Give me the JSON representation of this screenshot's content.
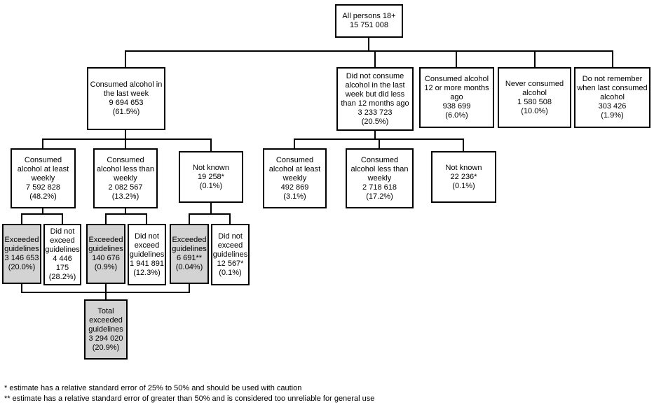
{
  "nodes": {
    "root": {
      "label": "All persons 18+",
      "value": "15 751 008",
      "pct": ""
    },
    "last_week": {
      "label": "Consumed alcohol in\nthe last week",
      "value": "9 694 653",
      "pct": "(61.5%)"
    },
    "not_last_week": {
      "label": "Did not consume\nalcohol in the last\nweek but did less\nthan 12 months ago",
      "value": "3 233 723",
      "pct": "(20.5%)"
    },
    "twelve_months": {
      "label": "Consumed alcohol\n12 or more months\nago",
      "value": "938 699",
      "pct": "(6.0%)"
    },
    "never": {
      "label": "Never consumed\nalcohol",
      "value": "1 580 508",
      "pct": "(10.0%)"
    },
    "not_remember": {
      "label": "Do not remember\nwhen last consumed\nalcohol",
      "value": "303 426",
      "pct": "(1.9%)"
    },
    "lw_weekly": {
      "label": "Consumed\nalcohol at least\nweekly",
      "value": "7 592 828",
      "pct": "(48.2%)"
    },
    "lw_less_weekly": {
      "label": "Consumed\nalcohol less than\nweekly",
      "value": "2 082 567",
      "pct": "(13.2%)"
    },
    "lw_not_known": {
      "label": "Not known",
      "value": "19 258*",
      "pct": "(0.1%)"
    },
    "nlw_weekly": {
      "label": "Consumed\nalcohol at least\nweekly",
      "value": "492 869",
      "pct": "(3.1%)"
    },
    "nlw_less_weekly": {
      "label": "Consumed\nalcohol less than\nweekly",
      "value": "2 718 618",
      "pct": "(17.2%)"
    },
    "nlw_not_known": {
      "label": "Not known",
      "value": "22 236*",
      "pct": "(0.1%)"
    },
    "weekly_exceeded": {
      "label": "Exceeded\nguidelines",
      "value": "3 146 653",
      "pct": "(20.0%)"
    },
    "weekly_not_exceeded": {
      "label": "Did not\nexceed\nguidelines",
      "value": "4 446 175",
      "pct": "(28.2%)"
    },
    "less_exceeded": {
      "label": "Exceeded\nguidelines",
      "value": "140 676",
      "pct": "(0.9%)"
    },
    "less_not_exceeded": {
      "label": "Did not\nexceed\nguidelines",
      "value": "1 941 891",
      "pct": "(12.3%)"
    },
    "nk_exceeded": {
      "label": "Exceeded\nguidelines",
      "value": "6 691**",
      "pct": "(0.04%)"
    },
    "nk_not_exceeded": {
      "label": "Did not\nexceed\nguidelines",
      "value": "12 567*",
      "pct": "(0.1%)"
    },
    "total_exceeded": {
      "label": "Total\nexceeded\nguidelines",
      "value": "3 294 020",
      "pct": "(20.9%)"
    }
  },
  "footnotes": {
    "line1": "* estimate has a relative standard error of 25% to 50% and should be used with caution",
    "line2": "** estimate has a relative standard error of greater than 50% and is considered too unreliable for general use"
  },
  "colors": {
    "box_fill": "#ffffff",
    "highlight_fill": "#d3d3d3",
    "border": "#000000"
  }
}
